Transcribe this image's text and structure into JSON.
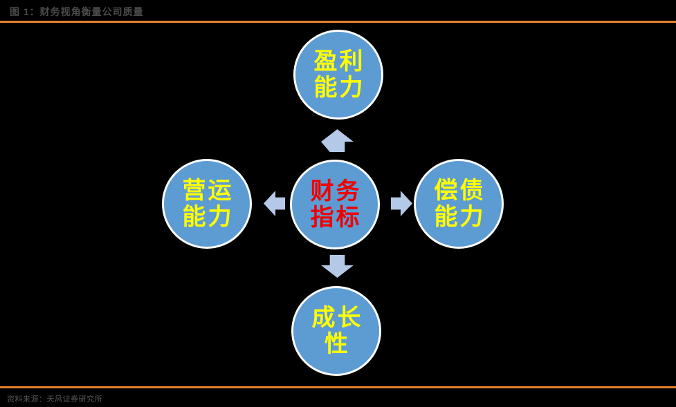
{
  "figure": {
    "title": "图 1：财务视角衡量公司质量",
    "source": "资料来源：天风证券研究所"
  },
  "colors": {
    "background": "#000000",
    "accent_orange": "#E8802D",
    "node_fill": "#5D9BD3",
    "node_border": "#FFFFFF",
    "arrow_fill": "#B4C9E7",
    "center_text": "#EE0000",
    "outer_text": "#FFFF00",
    "title_text": "#4A4A4A",
    "source_text": "#565656"
  },
  "diagram": {
    "center": {
      "label": "财务指标",
      "line1": "财务",
      "line2": "指标"
    },
    "nodes": [
      {
        "position": "top",
        "label": "盈利能力",
        "line1": "盈利",
        "line2": "能力"
      },
      {
        "position": "left",
        "label": "营运能力",
        "line1": "营运",
        "line2": "能力"
      },
      {
        "position": "right",
        "label": "偿债能力",
        "line1": "偿债",
        "line2": "能力"
      },
      {
        "position": "bottom",
        "label": "成长性",
        "line1": "成长",
        "line2": "性"
      }
    ],
    "arrows": [
      "up",
      "left",
      "right",
      "down"
    ]
  }
}
